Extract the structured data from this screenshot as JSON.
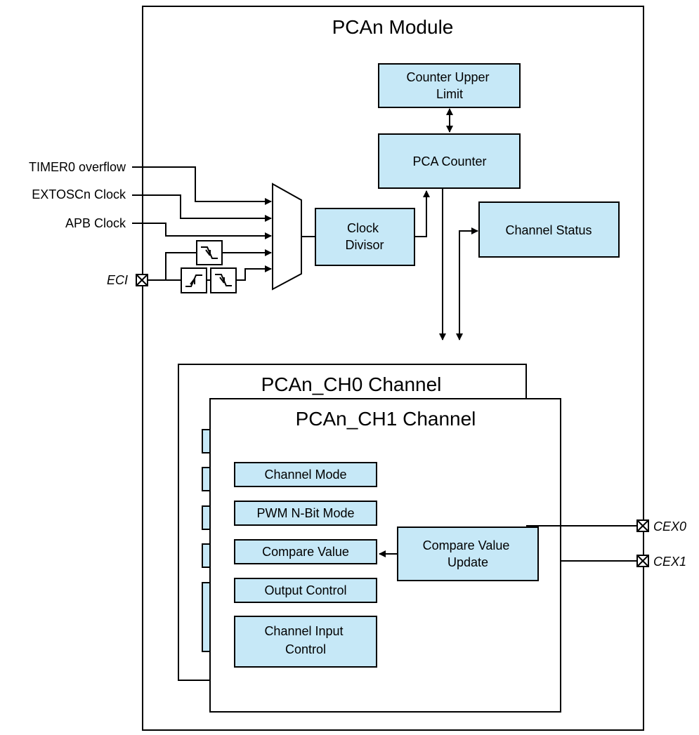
{
  "module": {
    "title": "PCAn Module"
  },
  "blocks": {
    "counter_upper_limit": [
      "Counter Upper",
      "Limit"
    ],
    "pca_counter": "PCA Counter",
    "clock_divisor": [
      "Clock",
      "Divisor"
    ],
    "channel_status": "Channel Status"
  },
  "inputs": {
    "timer0": "TIMER0 overflow",
    "extosc": "EXTOSCn Clock",
    "apb": "APB Clock",
    "eci": "ECI"
  },
  "channels": {
    "ch0_title": "PCAn_CH0 Channel",
    "ch1_title": "PCAn_CH1 Channel",
    "items": {
      "channel_mode": "Channel Mode",
      "pwm_mode": "PWM N-Bit Mode",
      "compare_value": "Compare Value",
      "output_control": "Output Control",
      "channel_input_control": [
        "Channel Input",
        "Control"
      ],
      "compare_value_update": [
        "Compare Value",
        "Update"
      ]
    }
  },
  "outputs": {
    "cex0": "CEX0",
    "cex1": "CEX1"
  },
  "colors": {
    "block_fill": "#c6e8f7",
    "line": "#000000",
    "background": "#ffffff"
  }
}
